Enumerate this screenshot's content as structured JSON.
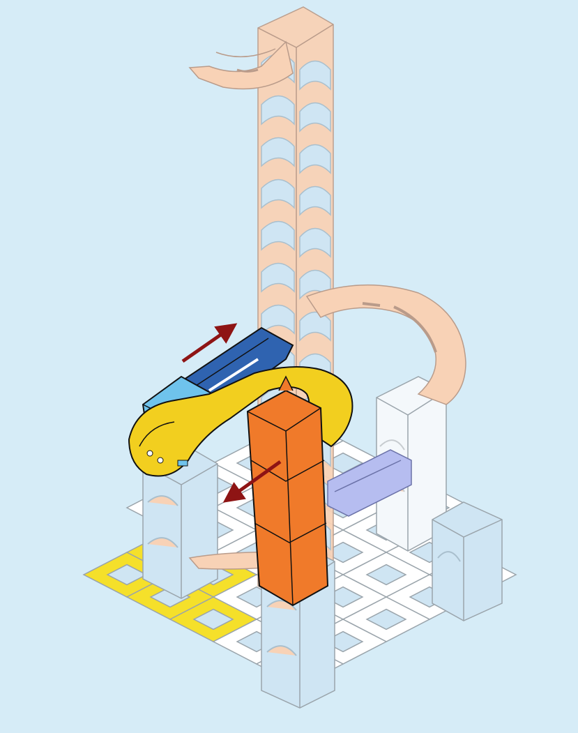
{
  "illustration": {
    "colors": {
      "background": "#d6ecf7",
      "baseplate": "#ffffff",
      "highlighted_plate": "#f5e02a",
      "ghost_tower": "#f8d2b6",
      "ghost_glass": "#cfe5f3",
      "blue_rail": "#2f63b0",
      "light_blue_part": "#6fc3ec",
      "yellow_curve": "#f2cf1f",
      "orange_tower": "#f07a2a",
      "lavender_rail": "#b6bdf0",
      "arrow": "#8e1414"
    },
    "arrows": [
      {
        "direction": "up-right",
        "meaning": "slide"
      },
      {
        "direction": "down-left",
        "meaning": "slide"
      }
    ]
  }
}
